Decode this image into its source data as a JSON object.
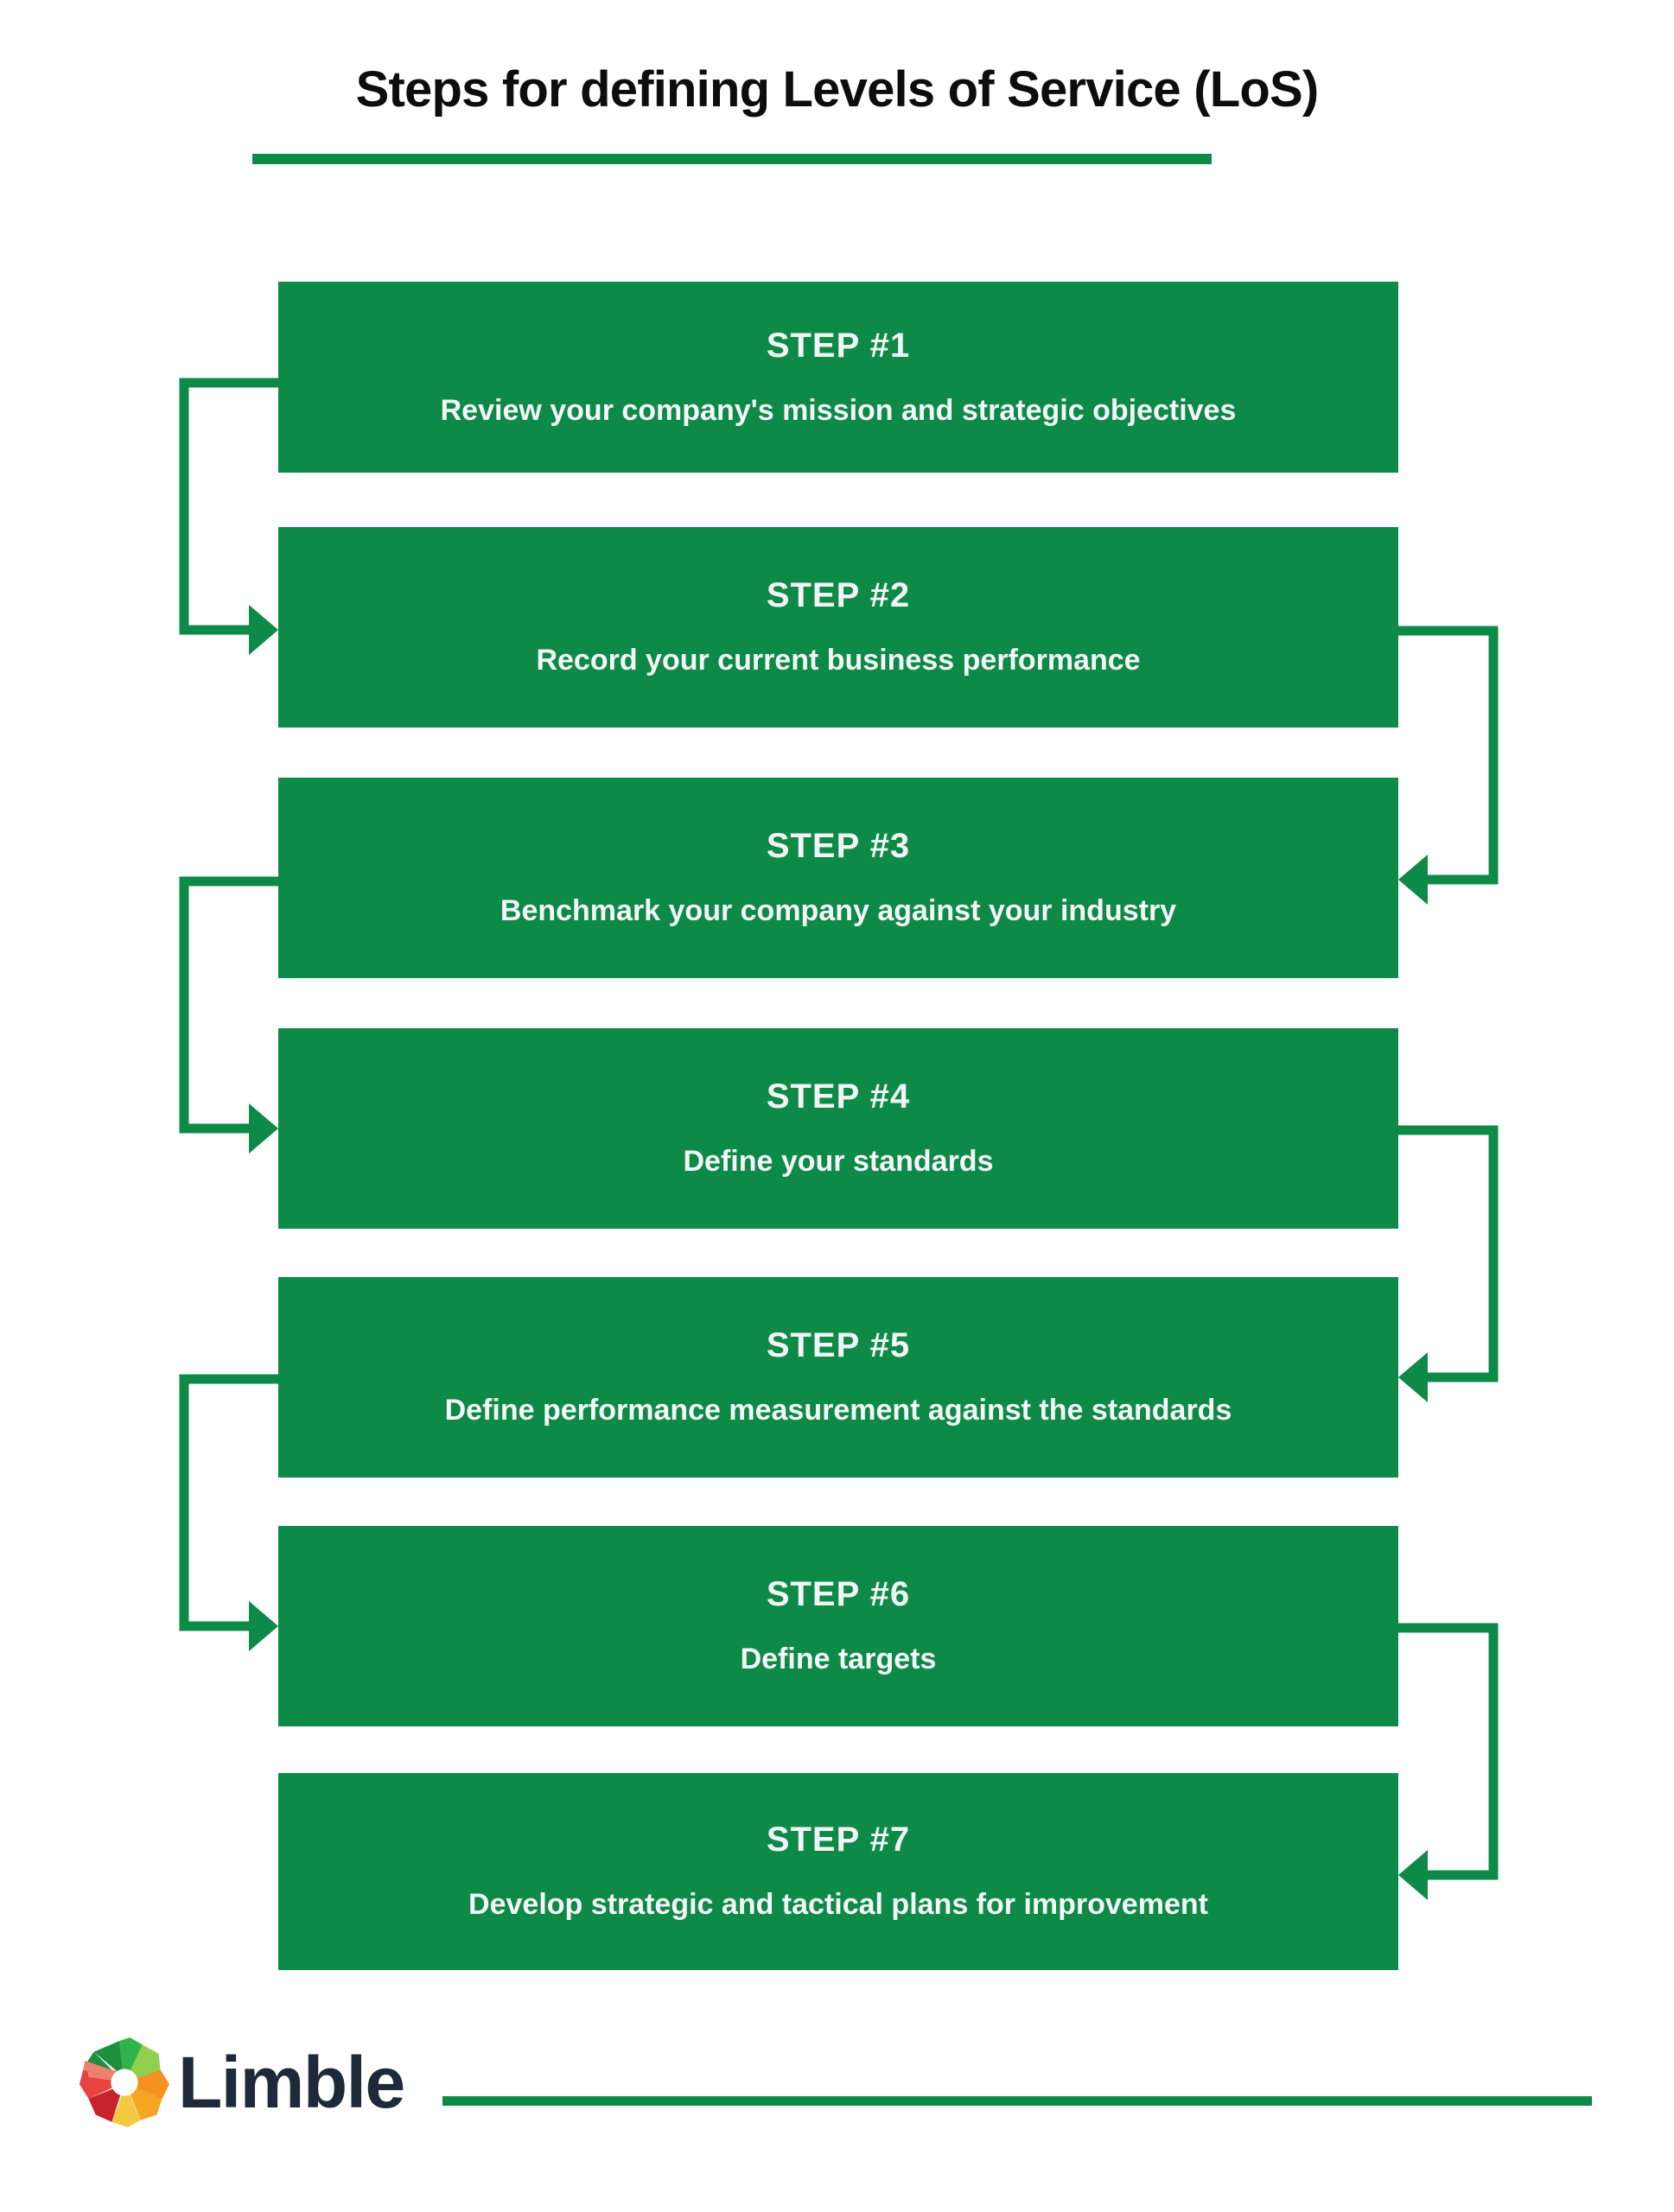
{
  "header": {
    "title": "Steps for defining Levels of Service (LoS)",
    "underline_color": "#0d8a47"
  },
  "theme": {
    "box_fill": "#0d8a47",
    "box_text": "#ffffff",
    "connector_color": "#0d8a47",
    "background": "#ffffff",
    "wordmark_color": "#1e2a3a"
  },
  "chart_data": {
    "type": "diagram",
    "title": "Steps for defining Levels of Service (LoS)",
    "layout": "vertical serpentine flowchart, 7 stacked boxes connected by alternating left/right elbow arrows",
    "steps": [
      {
        "label": "STEP #1",
        "text": "Review your company's mission and strategic objectives"
      },
      {
        "label": "STEP #2",
        "text": "Record your current business performance"
      },
      {
        "label": "STEP #3",
        "text": "Benchmark your company against your industry"
      },
      {
        "label": "STEP #4",
        "text": "Define your standards"
      },
      {
        "label": "STEP #5",
        "text": "Define performance measurement against the standards"
      },
      {
        "label": "STEP #6",
        "text": "Define targets"
      },
      {
        "label": "STEP #7",
        "text": "Develop strategic and tactical plans for improvement"
      }
    ],
    "connectors": [
      {
        "from": "STEP #1",
        "to": "STEP #2",
        "side": "left"
      },
      {
        "from": "STEP #2",
        "to": "STEP #3",
        "side": "right"
      },
      {
        "from": "STEP #3",
        "to": "STEP #4",
        "side": "left"
      },
      {
        "from": "STEP #4",
        "to": "STEP #5",
        "side": "right"
      },
      {
        "from": "STEP #5",
        "to": "STEP #6",
        "side": "left"
      },
      {
        "from": "STEP #6",
        "to": "STEP #7",
        "side": "right"
      }
    ]
  },
  "steps": [
    {
      "label": "STEP #1",
      "text": "Review your company's mission and strategic objectives"
    },
    {
      "label": "STEP #2",
      "text": "Record your current business performance"
    },
    {
      "label": "STEP #3",
      "text": "Benchmark your company against your industry"
    },
    {
      "label": "STEP #4",
      "text": "Define your standards"
    },
    {
      "label": "STEP #5",
      "text": "Define performance measurement against the standards"
    },
    {
      "label": "STEP #6",
      "text": "Define targets"
    },
    {
      "label": "STEP #7",
      "text": "Develop strategic and tactical plans for improvement"
    }
  ],
  "footer": {
    "brand": "Limble",
    "logo_icon": "limble-gear-icon",
    "logo_colors": [
      "#1f8f3f",
      "#2fb34a",
      "#8fd14f",
      "#f59120",
      "#f5a623",
      "#f5c842",
      "#e8433f",
      "#c8232c",
      "#ef7f6e"
    ],
    "rule_color": "#0d8a47"
  }
}
